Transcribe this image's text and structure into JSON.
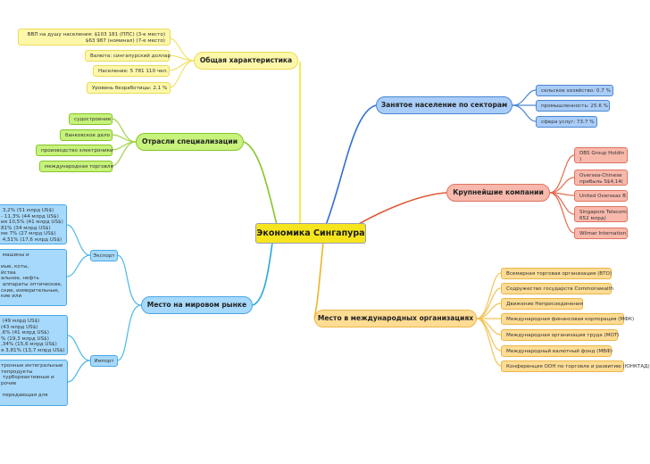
{
  "central": {
    "label": "Экономика Сингапура"
  },
  "general": {
    "label": "Общая характеристика",
    "items": [
      "ВВП на душу населения: $103 181 (ППС) (3-е место)\n$63 987 (номинал) (7-е место)",
      "Валюта: сингапурский доллар",
      "Население: 5 781 110 чел.",
      "Уровень безработицы: 2.1 %"
    ]
  },
  "specialization": {
    "label": "Отрасли специализации",
    "items": [
      "судостроение",
      "банковское дело",
      "производство электроники",
      "международная торговля"
    ]
  },
  "world_market": {
    "label": "Место на мировом рынке",
    "export": {
      "label": "Экспорт",
      "partners": " 3,2% (51 млрд US$)\n- 11,3% (44 млрд US$)\nия 10,5% (41 млрд US$)\n81% (34 млрд US$)\nме 7% (27 млрд US$)\n 4,51% (17,6 млрд US$)",
      "goods": " машины и\n\nиые, коты,\nйства\nальное, нефть\n аппараты оптические,\nские, измерительные,\nкие или"
    },
    "import": {
      "label": "Импорт",
      "partners": " (49 млрд US$)\n(43 млрд US$)\n,6% (41 млрд US$)\n% (19,3 млрд US$)\n,34% (15,6 млрд US$)\nя 3,81% (13,7 млрд US$)",
      "goods": "тронные интегральные\nтепродукты\n турбореактивные и\nрочие\n\n передающая для"
    }
  },
  "employment": {
    "label": "Занятое население по секторам",
    "items": [
      "сельское хозяйство: 0.7 %",
      "промышленность: 25.6 %",
      "сфера услуг: 73.7 %"
    ]
  },
  "companies": {
    "label": "Крупнейшие компании",
    "items": [
      "DBS Group Holdin\n)",
      "Oversea-Chinese\nприбыль S$4,14(",
      "United Overseas B",
      "Singapore Telecom\n652 млрд)",
      "Wilmar Internation"
    ]
  },
  "organizations": {
    "label": "Место в международных организациях",
    "items": [
      "Всемирная торговая организация (ВТО)",
      "Содружество государств Commonwealth",
      "Движение Неприсоединения",
      "Международная финансовая корпорация (МФК)",
      "Международная организация труда (МОТ)",
      "Международный валютный фонд (МВФ)",
      "Конференция ООН по торговле и развитию (ЮНКТАД)"
    ]
  },
  "colors": {
    "yellow": "#f6e51e",
    "green": "#86c428",
    "blue": "#29a8df",
    "navy": "#2f6fd0",
    "salmon": "#e05a36",
    "gold": "#f0b428"
  }
}
